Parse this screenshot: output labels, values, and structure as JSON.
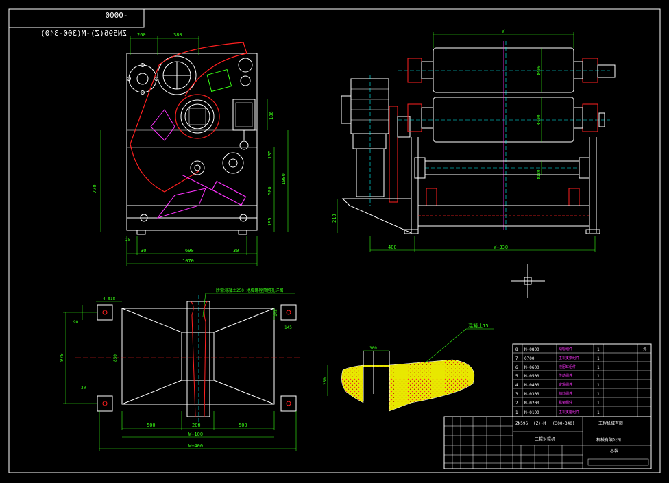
{
  "drawing": {
    "code": "0000-",
    "model": "ZN596(Z)-M(300-340)"
  },
  "dims": {
    "front_top_1": "260",
    "front_top_2": "380",
    "front_h_770": "770",
    "front_h_1000": "1000",
    "front_h_135": "135",
    "front_h_500": "500",
    "front_h_195": "195",
    "front_h_186": "186",
    "front_b_25": "25",
    "front_b_30a": "30",
    "front_b_690": "690",
    "front_b_30b": "30",
    "front_b_1070": "1070",
    "side_top_w": "W",
    "side_d1": "Φ400",
    "side_d2": "Φ400",
    "side_d3": "Φ180",
    "side_h_210": "210",
    "side_b_400": "400",
    "side_b_w330": "W+330",
    "plan_holes": "4-Φ18",
    "plan_90": "90",
    "plan_970": "970",
    "plan_30": "30",
    "plan_850": "850",
    "plan_145a": "145",
    "plan_145b": "145",
    "plan_500a": "500",
    "plan_200": "200",
    "plan_500b": "500",
    "plan_w100": "W+100",
    "plan_w400": "W+400",
    "plan_note": "所需混凝土250 地脚螺栓预留孔详图",
    "detail_300": "300",
    "detail_250": "250",
    "detail_note": "混凝土15"
  },
  "parts_table": {
    "rows": [
      {
        "no": "8",
        "code": "M-0800",
        "name": "动辊组件",
        "qty": "1",
        "note": "外"
      },
      {
        "no": "7",
        "code": "0700",
        "name": "主机支架组件",
        "qty": "1",
        "note": ""
      },
      {
        "no": "6",
        "code": "M-0600",
        "name": "液压缸组件",
        "qty": "1",
        "note": ""
      },
      {
        "no": "5",
        "code": "M-0500",
        "name": "传动组件",
        "qty": "1",
        "note": ""
      },
      {
        "no": "4",
        "code": "M-0400",
        "name": "定辊组件",
        "qty": "1",
        "note": ""
      },
      {
        "no": "3",
        "code": "M-0300",
        "name": "挡料组件",
        "qty": "1",
        "note": ""
      },
      {
        "no": "2",
        "code": "M-0200",
        "name": "机架组件",
        "qty": "1",
        "note": ""
      },
      {
        "no": "1",
        "code": "M-0100",
        "name": "主机支座组件",
        "qty": "1",
        "note": ""
      }
    ]
  },
  "title_block": {
    "drawing_no": "ZN596",
    "model_pre": "(Z)-M",
    "model_range": "(300-340)",
    "name": "二辊对辊机",
    "company_1": "工程机械有限",
    "company_2": "机械有限公司",
    "stamp": "总装"
  }
}
